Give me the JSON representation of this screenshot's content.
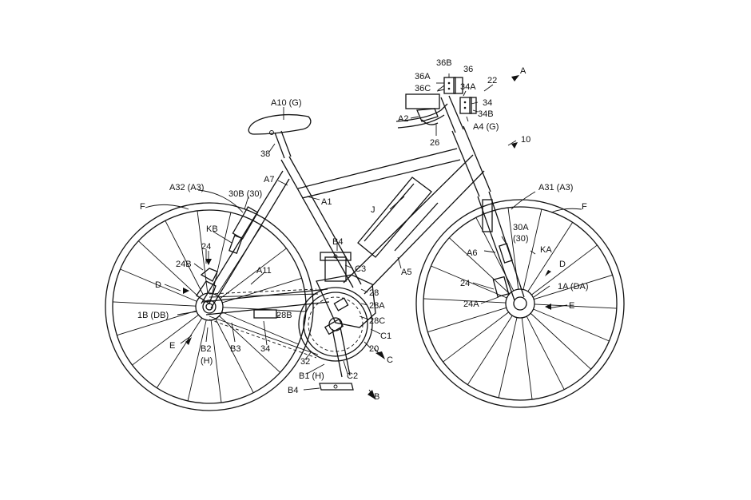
{
  "figure": {
    "labels": {
      "A10_G": "A10 (G)",
      "n38": "38",
      "A7": "A7",
      "A1": "A1",
      "A32_A3": "A32 (A3)",
      "n30B_30": "30B (30)",
      "F_left": "F",
      "KB": "KB",
      "n24_left": "24",
      "n24B": "24B",
      "D_left": "D",
      "A11": "A11",
      "n1B_DB": "1B (DB)",
      "E_left": "E",
      "B2": "B2",
      "H_left": "(H)",
      "B3": "B3",
      "n34_chain": "34",
      "n28B": "28B",
      "n32": "32",
      "B1_H": "B1 (H)",
      "C2": "C2",
      "B4_bottom": "B4",
      "B_arrow": "B",
      "C_arrow": "C",
      "C1": "C1",
      "n20": "20",
      "n28C": "28C",
      "n28A": "28A",
      "n28": "28",
      "C3": "C3",
      "B4_mid": "B4",
      "J": "J",
      "A5": "A5",
      "n36B": "36B",
      "n36": "36",
      "n36A": "36A",
      "n36C": "36C",
      "n34A": "34A",
      "n34": "34",
      "n34B": "34B",
      "A2": "A2",
      "A4_G": "A4 (G)",
      "n26": "26",
      "n22": "22",
      "A_arrow": "A",
      "n10": "10",
      "A31_A3": "A31 (A3)",
      "F_right": "F",
      "n30A": "30A",
      "n30_paren": "(30)",
      "KA": "KA",
      "A6": "A6",
      "D_right": "D",
      "n24_right": "24",
      "n1A_DA": "1A (DA)",
      "n24A": "24A",
      "E_right": "E"
    }
  }
}
